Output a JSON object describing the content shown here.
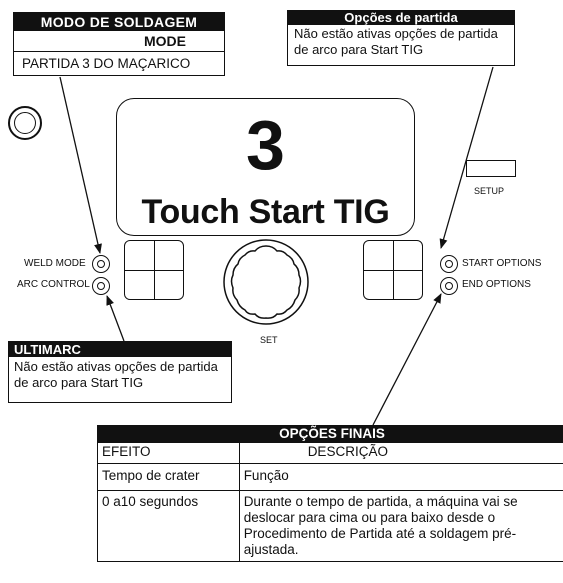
{
  "weld_mode_box": {
    "title": "MODO DE SOLDAGEM",
    "mode_label": "MODE",
    "value": "PARTIDA 3 DO MAÇARICO"
  },
  "start_options_box": {
    "title": "Opções de partida",
    "text": "Não estão  ativas opções de partida de arco para Start TIG"
  },
  "ultimarc_box": {
    "title": "ULTIMARC",
    "text": "Não estão  ativas opções de partida de arco para Start TIG"
  },
  "display": {
    "number": "3",
    "text": "Touch Start TIG"
  },
  "panel": {
    "setup_label": "SETUP",
    "weld_mode_label": "WELD MODE",
    "arc_control_label": "ARC CONTROL",
    "start_options_label": "START OPTIONS",
    "end_options_label": "END OPTIONS",
    "set_label": "SET"
  },
  "final_options_table": {
    "title": "OPÇÕES FINAIS",
    "col_effect": "EFEITO",
    "col_description": "DESCRIÇÃO",
    "rows": [
      {
        "effect": "Tempo de crater",
        "description": "Função"
      },
      {
        "effect": "0 a10 segundos",
        "description": "Durante o tempo de partida, a máquina vai se deslocar para cima ou para baixo desde o Procedimento de Partida até a soldagem pré-ajustada."
      }
    ]
  }
}
